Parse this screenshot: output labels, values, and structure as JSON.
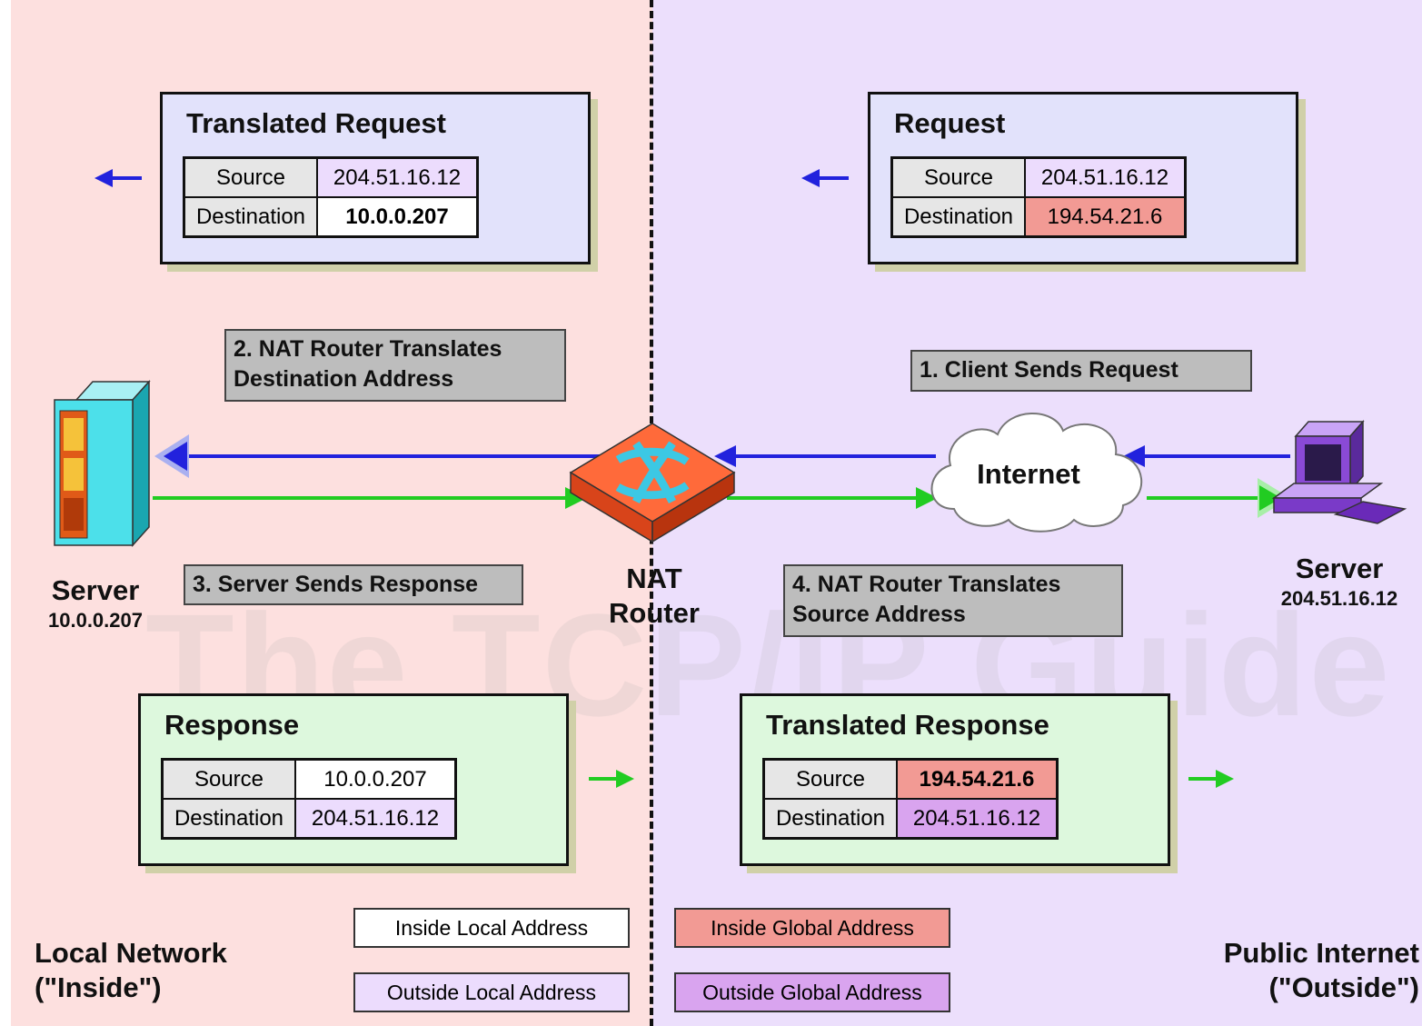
{
  "watermark": "The TCP/IP Guide",
  "regions": {
    "local": {
      "line1": "Local Network",
      "line2": "(\"Inside\")"
    },
    "public": {
      "line1": "Public Internet",
      "line2": "(\"Outside\")"
    }
  },
  "packets": {
    "translated_request": {
      "title": "Translated Request",
      "source_label": "Source",
      "source": "204.51.16.12",
      "dest_label": "Destination",
      "dest": "10.0.0.207"
    },
    "request": {
      "title": "Request",
      "source_label": "Source",
      "source": "204.51.16.12",
      "dest_label": "Destination",
      "dest": "194.54.21.6"
    },
    "response": {
      "title": "Response",
      "source_label": "Source",
      "source": "10.0.0.207",
      "dest_label": "Destination",
      "dest": "204.51.16.12"
    },
    "translated_response": {
      "title": "Translated Response",
      "source_label": "Source",
      "source": "194.54.21.6",
      "dest_label": "Destination",
      "dest": "204.51.16.12"
    }
  },
  "steps": {
    "s1": "1. Client Sends Request",
    "s2_line1": "2. NAT Router Translates",
    "s2_line2": "Destination Address",
    "s3": "3. Server Sends Response",
    "s4_line1": "4. NAT Router Translates",
    "s4_line2": "Source  Address"
  },
  "nodes": {
    "local_server": {
      "name": "Server",
      "ip": "10.0.0.207"
    },
    "router": {
      "line1": "NAT",
      "line2": "Router"
    },
    "internet": "Internet",
    "remote_server": {
      "name": "Server",
      "ip": "204.51.16.12"
    }
  },
  "legend": {
    "inside_local": "Inside Local Address",
    "inside_global": "Inside Global Address",
    "outside_local": "Outside Local Address",
    "outside_global": "Outside Global Address"
  },
  "colors": {
    "local_bg": "#fde0df",
    "public_bg": "#ecdffc",
    "inside_local": "#ffffff",
    "inside_global": "#f29a94",
    "outside_local": "#ecdcfd",
    "outside_global": "#d9a4ef",
    "request_arrow": "#2222dd",
    "response_arrow": "#22cc22"
  }
}
